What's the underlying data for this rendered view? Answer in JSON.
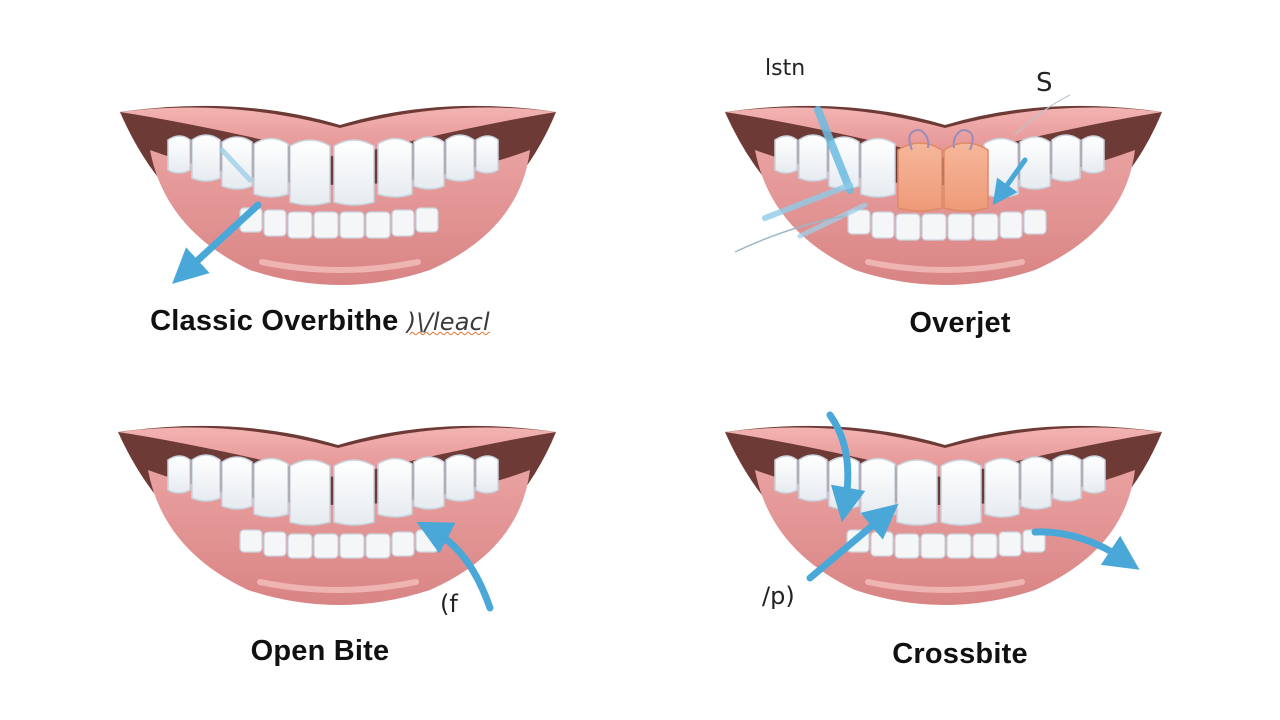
{
  "colors": {
    "lip": "#e89a9a",
    "lip_dark": "#c9706f",
    "gum": "#f0b1ae",
    "mouth_shadow": "#6e3a36",
    "tooth": "#fafafa",
    "tooth_edge": "#c9d3de",
    "arrow": "#4aa8d8",
    "highlight_tooth": "#f2a889"
  },
  "panels": [
    {
      "id": "classic-overbite",
      "caption": "Classic Overbithe",
      "caption_extra": ")\\/leacl",
      "scribbles": [],
      "icons": [
        "blue-arrow-icon"
      ]
    },
    {
      "id": "overjet",
      "caption": "Overjet",
      "caption_extra": "",
      "scribbles": [
        "lstn",
        "S"
      ],
      "icons": [
        "blue-arrow-icon",
        "highlighted-teeth-icon"
      ]
    },
    {
      "id": "open-bite",
      "caption": "Open Bite",
      "caption_extra": "",
      "scribbles": [
        "(f"
      ],
      "icons": [
        "blue-arrow-icon"
      ]
    },
    {
      "id": "crossbite",
      "caption": "Crossbite",
      "caption_extra": "",
      "scribbles": [
        "/p)"
      ],
      "icons": [
        "blue-arrow-icon"
      ]
    }
  ]
}
